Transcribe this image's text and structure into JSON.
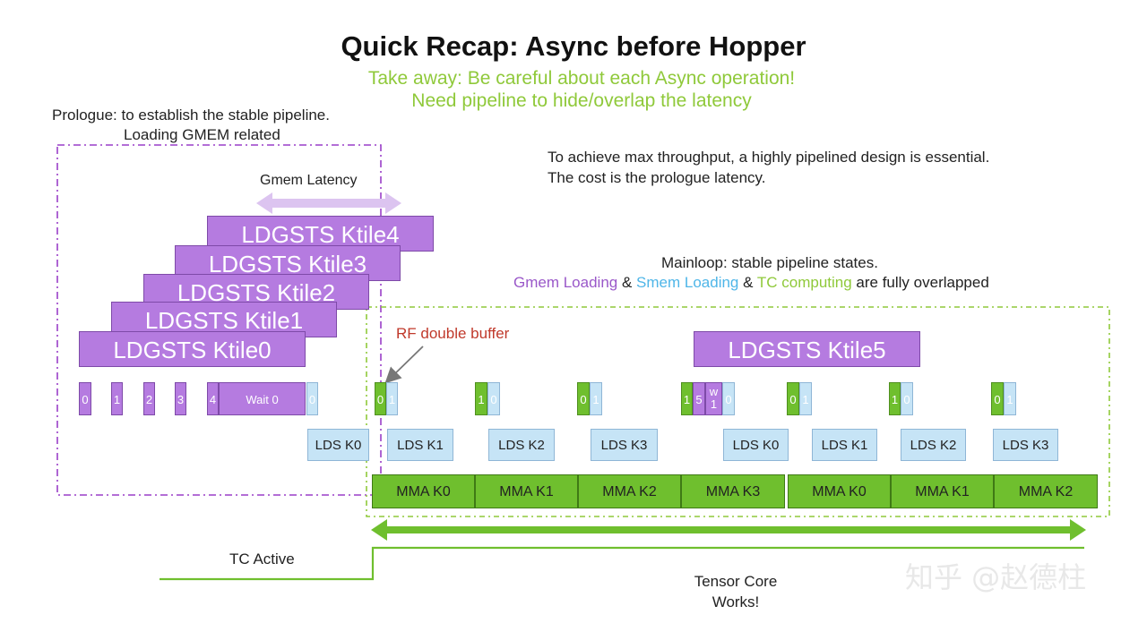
{
  "title": "Quick Recap: Async before Hopper",
  "takeaway_1": "Take away: Be careful about each Async operation!",
  "takeaway_2": "Need pipeline to hide/overlap the latency",
  "prologue_1": "Prologue: to establish the stable pipeline.",
  "prologue_2": "Loading GMEM related",
  "throughput_1": "To achieve max throughput, a highly pipelined design is essential.",
  "throughput_2": "The cost is the prologue latency.",
  "gmem_latency": "Gmem Latency",
  "mainloop_1": "Mainloop: stable pipeline states.",
  "mainloop_gmem": "Gmem Loading",
  "mainloop_amp1": " & ",
  "mainloop_smem": "Smem Loading",
  "mainloop_amp2": " & ",
  "mainloop_tc": "TC computing",
  "mainloop_tail": " are fully overlapped",
  "rf_double_buffer": "RF double buffer",
  "ldgsts": [
    "LDGSTS Ktile4",
    "LDGSTS Ktile3",
    "LDGSTS Ktile2",
    "LDGSTS Ktile1",
    "LDGSTS Ktile0",
    "LDGSTS Ktile5"
  ],
  "prologue_bars": [
    "0",
    "1",
    "2",
    "3",
    "4"
  ],
  "wait0": "Wait 0",
  "small": {
    "p0": "0",
    "a0": "0",
    "a1": "1",
    "b0": "1",
    "b1": "0",
    "c0": "0",
    "c1": "1",
    "d0": "1",
    "d1": "5",
    "dw": "w",
    "dw1": "1",
    "d2": "0",
    "e0": "0",
    "e1": "1",
    "f0": "1",
    "f1": "0",
    "g0": "0",
    "g1": "1"
  },
  "lds": [
    "LDS K0",
    "LDS K1",
    "LDS K2",
    "LDS K3",
    "LDS K0",
    "LDS K1",
    "LDS K2",
    "LDS K3"
  ],
  "mma": [
    "MMA K0",
    "MMA K1",
    "MMA K2",
    "MMA K3",
    "MMA K0",
    "MMA K1",
    "MMA K2"
  ],
  "tc_active": "TC Active",
  "tensor_core_1": "Tensor Core",
  "tensor_core_2": "Works!",
  "watermark": "知乎 @赵德柱",
  "colors": {
    "purple": "#b57be0",
    "light_blue": "#c6e4f6",
    "green": "#6fbf2e",
    "accent_green": "#8fc93a",
    "red_text": "#c0392b"
  }
}
